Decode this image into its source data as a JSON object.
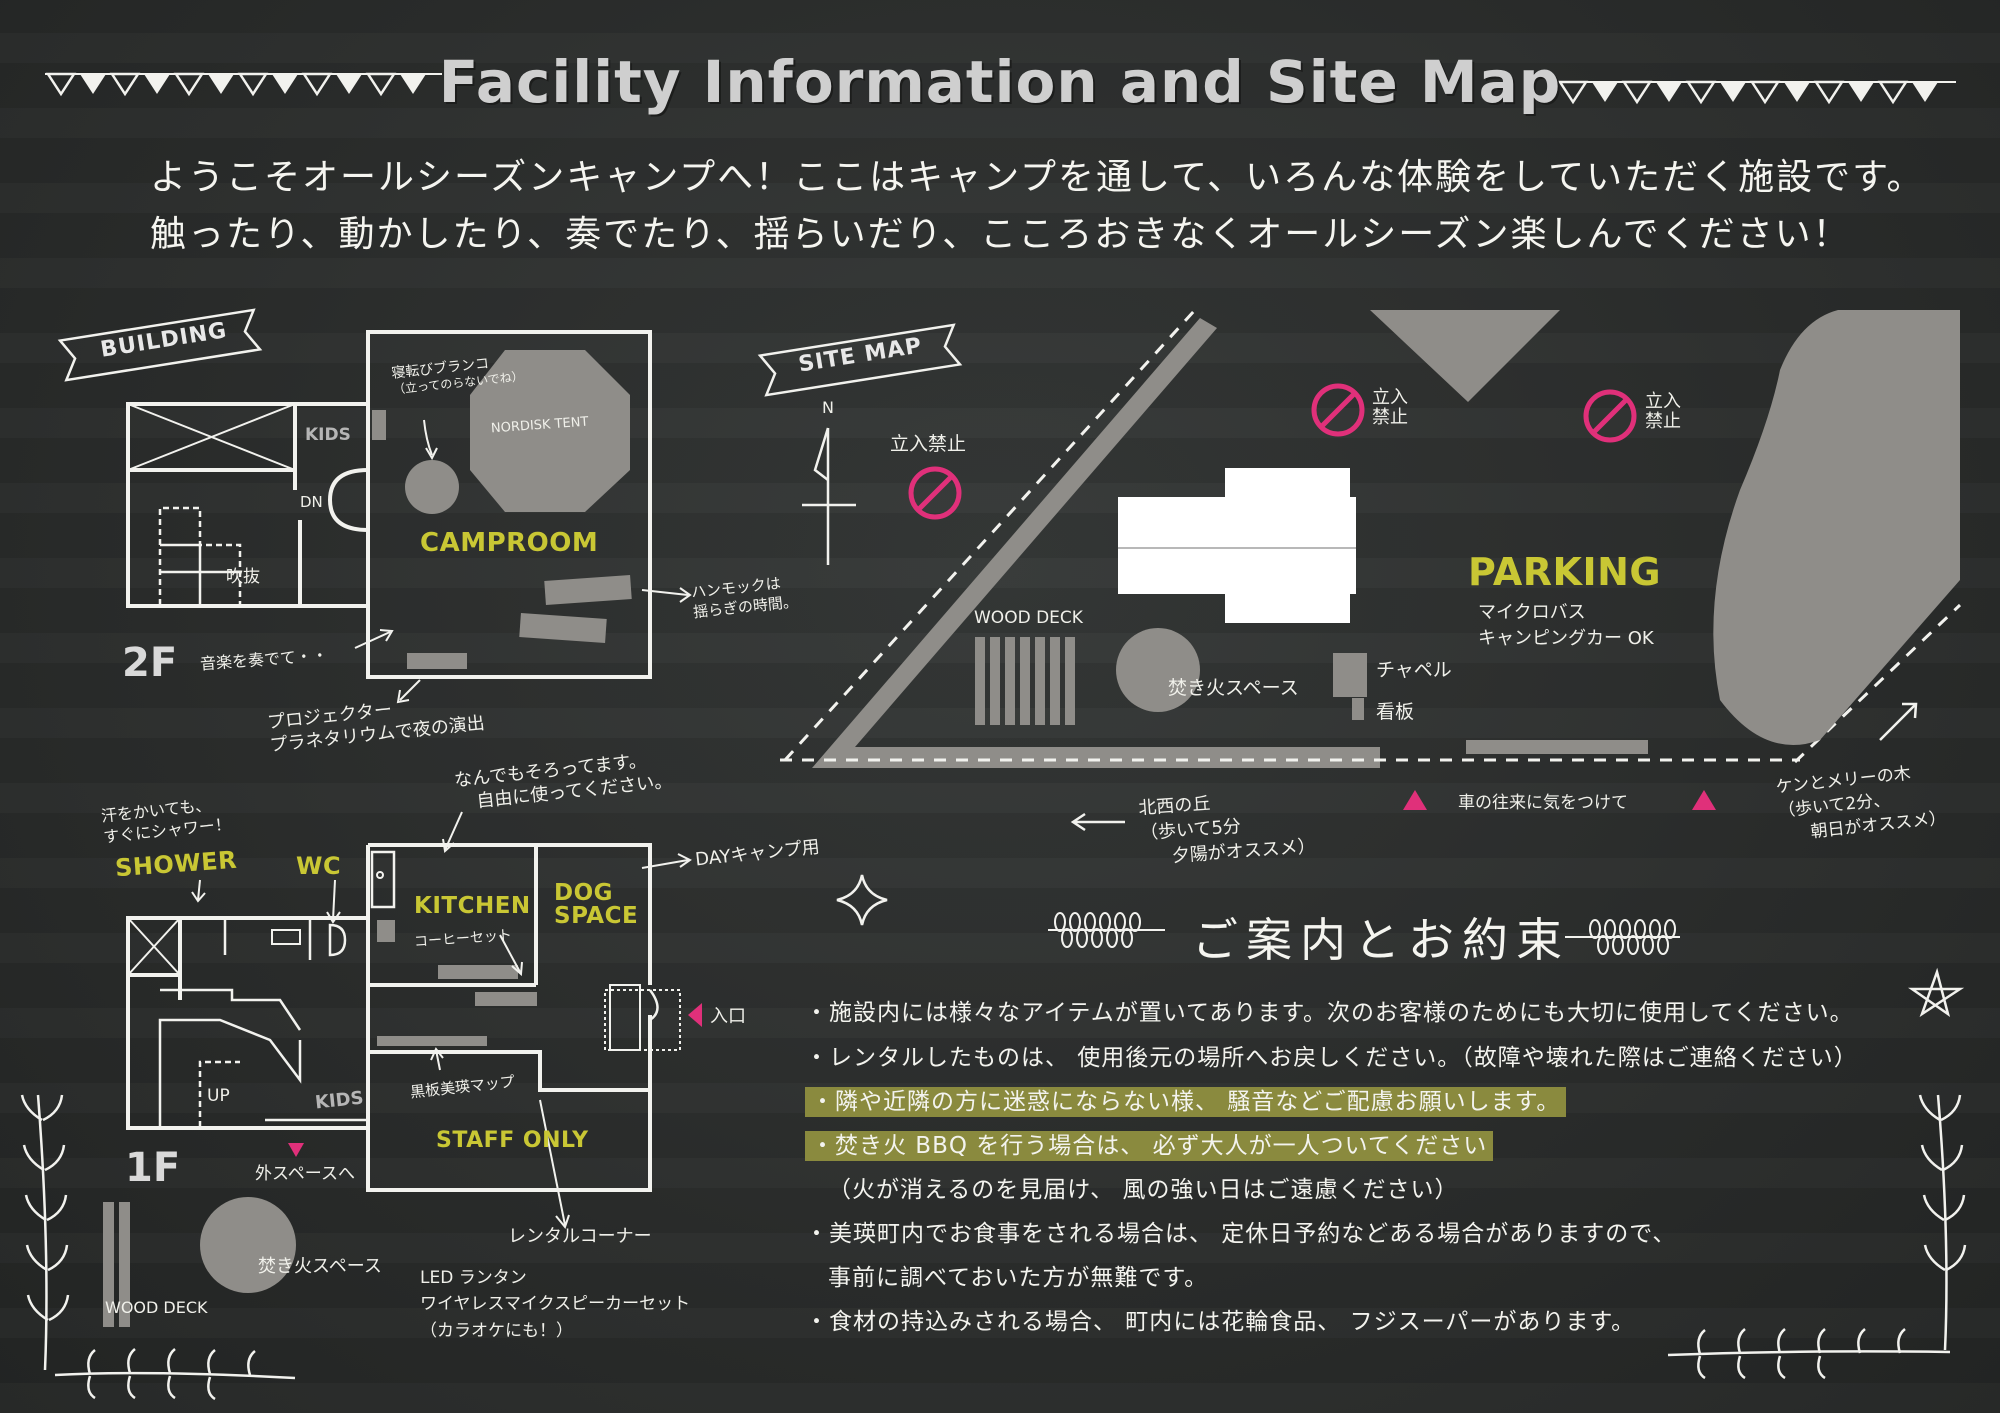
{
  "title": "Facility Information and Site Map",
  "intro": [
    "ようこそオールシーズンキャンプへ！ここはキャンプを通して、いろんな体験をしていただく施設です。",
    "触ったり、動かしたり、奏でたり、揺らいだり、こころおきなくオールシーズン楽しんでください！"
  ],
  "building": {
    "sign": "BUILDING",
    "floor2": {
      "floor": "2F",
      "kids": "KIDS",
      "dn": "DN",
      "fukinuke": "吹抜",
      "camproom": "CAMPROOM",
      "nordisk": "NORDISK TENT",
      "swing": [
        "寝転びブランコ",
        "（立ってのらないでね）"
      ],
      "hammock": [
        "ハンモックは",
        "揺らぎの時間。"
      ],
      "music": "音楽を奏でて・・",
      "projector": [
        "プロジェクター",
        "プラネタリウムで夜の演出"
      ]
    },
    "floor1": {
      "floor": "1F",
      "everything": [
        "なんでもそろってます。",
        "自由に使ってください。"
      ],
      "sweat": [
        "汗をかいても、",
        "すぐにシャワー！"
      ],
      "shower": "SHOWER",
      "wc": "WC",
      "kitchen": "KITCHEN",
      "coffee": "コーヒーセット",
      "dog": [
        "DOG",
        "SPACE"
      ],
      "day_camp": "DAYキャンプ用",
      "entrance": "入口",
      "up": "UP",
      "kids": "KIDS",
      "blackboard_map": "黒板美瑛マップ",
      "staff": "STAFF ONLY",
      "outside": "外スペースへ",
      "rental": "レンタルコーナー",
      "rental_items": [
        "LED ランタン",
        "ワイヤレスマイクスピーカーセット",
        "（カラオケにも！）"
      ],
      "fire": "焚き火スペース",
      "wood_deck": "WOOD DECK"
    }
  },
  "site": {
    "sign": "SITE MAP",
    "north": "N",
    "no_entry": [
      "立入禁止",
      "立入",
      "禁止"
    ],
    "wood_deck": "WOOD DECK",
    "fire": "焚き火スペース",
    "chapel": "チャペル",
    "signboard": "看板",
    "parking": "PARKING",
    "parking_note": [
      "マイクロバス",
      "キャンピングカー OK"
    ],
    "northwest_hill": [
      "北西の丘",
      "（歩いて5分",
      "夕陽がオススメ）"
    ],
    "traffic": "車の往来に気をつけて",
    "ken_mary": [
      "ケンとメリーの木",
      "（歩いて2分、",
      "朝日がオススメ）"
    ]
  },
  "rules": {
    "title": "ご案内とお約束",
    "items": [
      "・施設内には様々なアイテムが置いてあります。次のお客様のためにも大切に使用してください。",
      "・レンタルしたものは、 使用後元の場所へお戻しください。（故障や壊れた際はご連絡ください）",
      "・隣や近隣の方に迷惑にならない様、 騒音などご配慮お願いします。",
      "・焚き火 BBQ を行う場合は、 必ず大人が一人ついてください",
      "（火が消えるのを見届け、 風の強い日はご遠慮ください）",
      "・美瑛町内でお食事をされる場合は、 定休日予約などある場合がありますので、",
      "事前に調べておいた方が無難です。",
      "・食材の持込みされる場合、 町内には花輪食品、 フジスーパーがあります。"
    ]
  },
  "colors": {
    "chalk": "#f2f2ee",
    "yellow": "#c9c734",
    "pink": "#e0307a",
    "gray": "#8f8d89",
    "highlight": "#8a8a3e"
  }
}
